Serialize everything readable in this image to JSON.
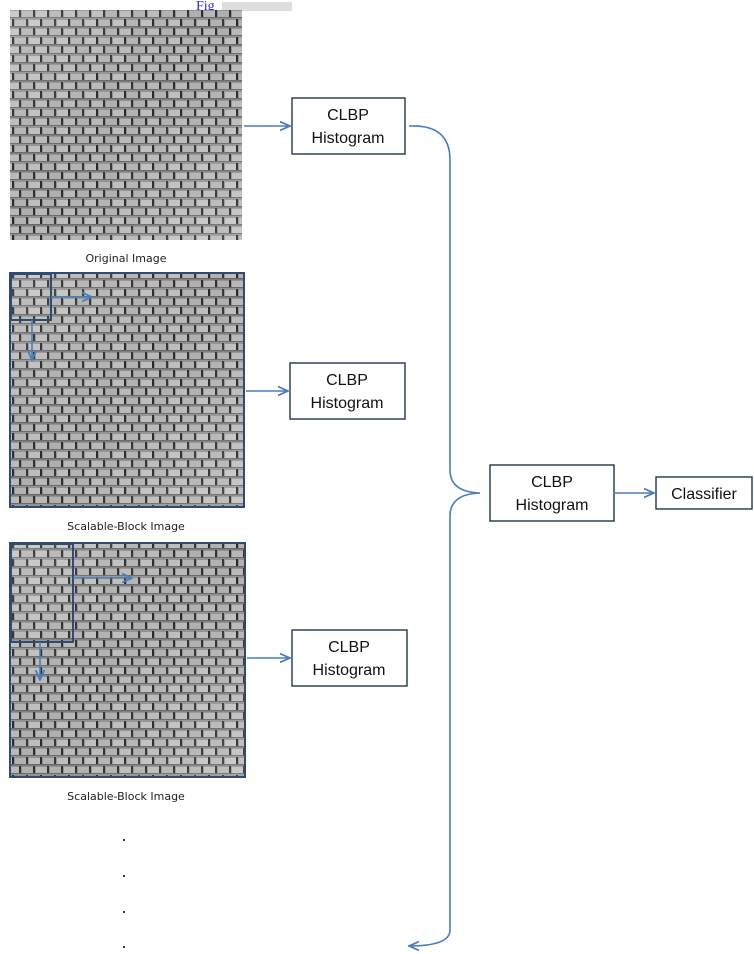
{
  "top_caption_fragment": "Fig",
  "images": [
    {
      "caption": "Original Image"
    },
    {
      "caption": "Scalable-Block Image"
    },
    {
      "caption": "Scalable-Block Image"
    }
  ],
  "branch_boxes": [
    {
      "line1": "CLBP",
      "line2": "Histogram"
    },
    {
      "line1": "CLBP",
      "line2": "Histogram"
    },
    {
      "line1": "CLBP",
      "line2": "Histogram"
    }
  ],
  "merge_box": {
    "line1": "CLBP",
    "line2": "Histogram"
  },
  "classifier_box": {
    "label": "Classifier"
  },
  "ellipsis": [
    ".",
    ".",
    ".",
    "."
  ],
  "colors": {
    "arrow": "#4a7eba",
    "box_border": "#1f3550",
    "block_border": "#2f4a73",
    "texture_base": "#9a9a9a",
    "top_caption": "#2a2ad0"
  }
}
